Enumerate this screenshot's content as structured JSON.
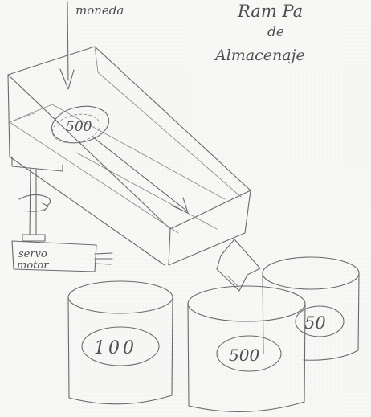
{
  "title": {
    "line1": "Ram Pa",
    "line2": "de",
    "line3": "Almacenaje"
  },
  "labels": {
    "coin_arrow": "moneda",
    "ramp_coin": "500",
    "servo": {
      "line1": "servo",
      "line2": "motor"
    },
    "bins": [
      {
        "denomination": "100"
      },
      {
        "denomination": "500"
      },
      {
        "denomination": "50"
      }
    ]
  }
}
